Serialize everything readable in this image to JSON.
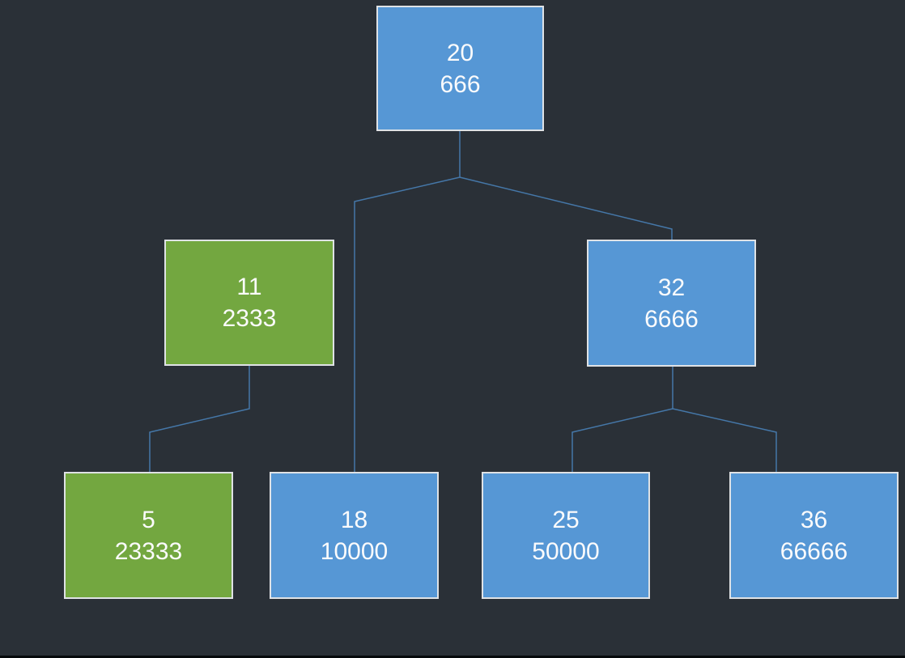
{
  "diagram": {
    "type": "binary-tree",
    "colors": {
      "background": "#2a3037",
      "blue": "#5697d5",
      "green": "#73a740",
      "connector": "#4577a8",
      "border": "#dfe2e5",
      "text": "#fbfbfc",
      "bottom_bar": "#06090c"
    },
    "nodes": {
      "root": {
        "key": "20",
        "value": "666",
        "fill": "blue"
      },
      "n11": {
        "key": "11",
        "value": "2333",
        "fill": "green"
      },
      "n32": {
        "key": "32",
        "value": "6666",
        "fill": "blue"
      },
      "n5": {
        "key": "5",
        "value": "23333",
        "fill": "green"
      },
      "n18": {
        "key": "18",
        "value": "10000",
        "fill": "blue"
      },
      "n25": {
        "key": "25",
        "value": "50000",
        "fill": "blue"
      },
      "n36": {
        "key": "36",
        "value": "66666",
        "fill": "blue"
      }
    },
    "edges": [
      {
        "from": "root",
        "to": "n18"
      },
      {
        "from": "root",
        "to": "n32"
      },
      {
        "from": "n11",
        "to": "n5"
      },
      {
        "from": "n32",
        "to": "n25"
      },
      {
        "from": "n32",
        "to": "n36"
      }
    ]
  }
}
